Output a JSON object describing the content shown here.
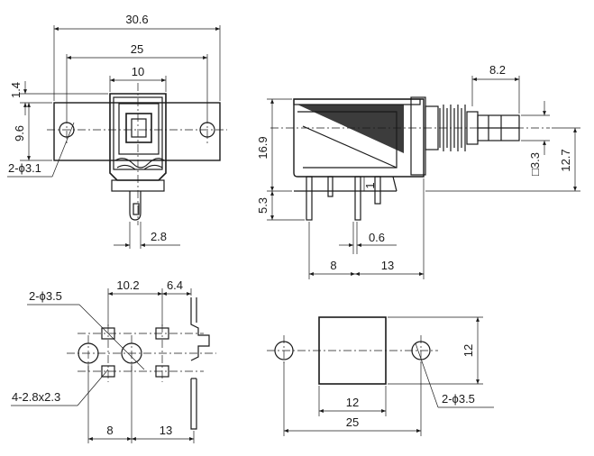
{
  "front_view": {
    "dim_overall_width": "30.6",
    "dim_mount_holes": "25",
    "dim_body_width": "10",
    "dim_top_offset": "1.4",
    "dim_flange_height": "9.6",
    "dim_hole_callout": "2-ϕ3.1",
    "dim_pin_width": "2.8"
  },
  "side_view": {
    "dim_shaft_length": "8.2",
    "dim_body_height": "16.9",
    "dim_pin_length": "5.3",
    "dim_small_step": "1",
    "dim_shaft_square": "□3.3",
    "dim_shaft_height": "12.7",
    "dim_pin_thickness": "0.6",
    "dim_pin_pitch_a": "8",
    "dim_pin_pitch_b": "13"
  },
  "pcb_layout": {
    "dim_hole_spacing": "10.2",
    "dim_pad_spacing": "6.4",
    "dim_hole_callout": "2-ϕ3.5",
    "dim_pad_callout": "4-2.8x2.3",
    "dim_pitch_a": "8",
    "dim_pitch_b": "13"
  },
  "panel_cutout": {
    "dim_cutout_height": "12",
    "dim_cutout_width": "12",
    "dim_hole_spacing": "25",
    "dim_hole_callout": "2-ϕ3.5"
  }
}
